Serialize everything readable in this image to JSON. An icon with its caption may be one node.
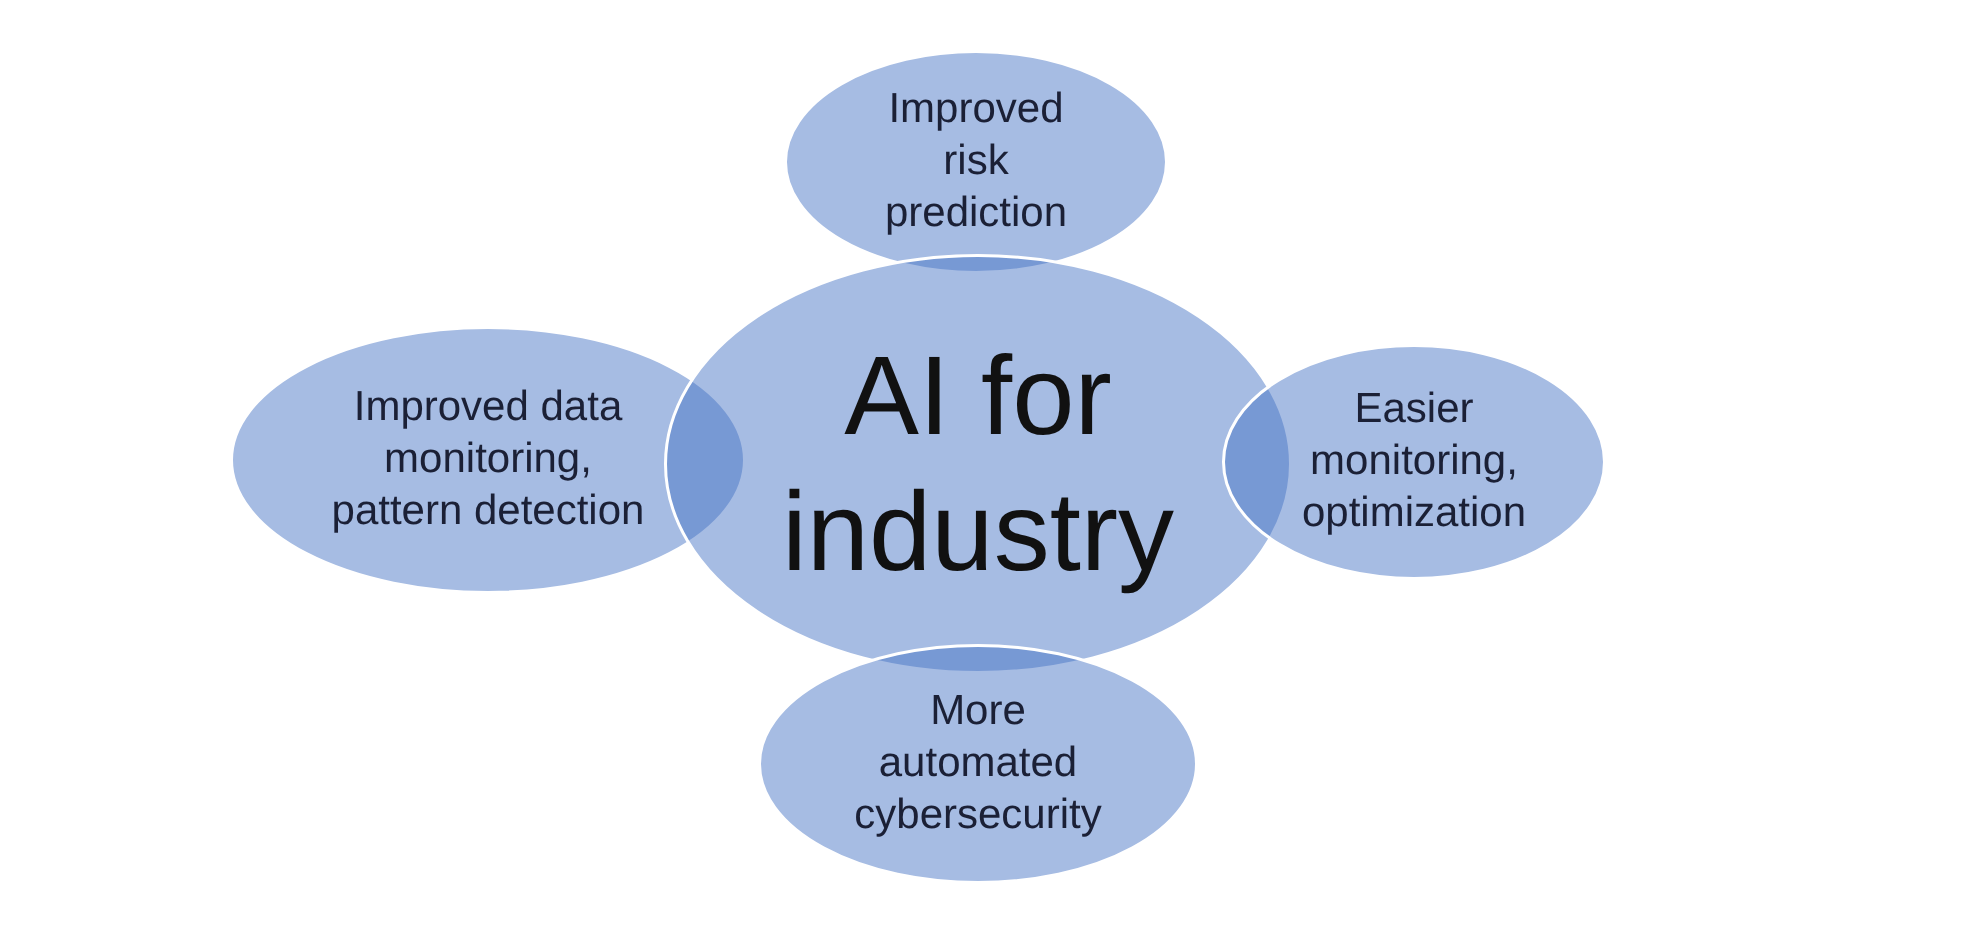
{
  "diagram": {
    "nodes": [
      {
        "text": [
          "Improved risk prediction"
        ]
      },
      {
        "text": [
          "Improved data monitoring, pattern detection"
        ]
      },
      {
        "text": [
          "AI for industry"
        ]
      },
      {
        "text": [
          "Easier monitoring, optimization"
        ]
      },
      {
        "text": [
          "More automated cybersecurity"
        ]
      }
    ]
  }
}
